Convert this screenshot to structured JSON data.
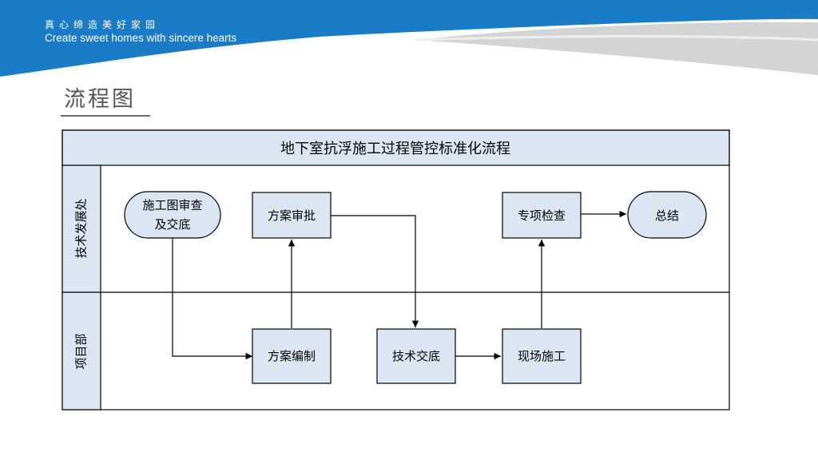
{
  "header": {
    "tagline_cn": "真心缔造美好家园",
    "tagline_en": "Create sweet homes with sincere hearts",
    "banner_color": "#1a7cc6"
  },
  "page": {
    "title": "流程图"
  },
  "flowchart": {
    "title": "地下室抗浮施工过程管控标准化流程",
    "lanes": [
      {
        "label": "技术发展处"
      },
      {
        "label": "项目部"
      }
    ],
    "nodes": {
      "start": {
        "label_line1": "施工图审查",
        "label_line2": "及交底"
      },
      "approve": {
        "label": "方案审批"
      },
      "inspect": {
        "label": "专项检查"
      },
      "summary": {
        "label": "总结"
      },
      "compile": {
        "label": "方案编制"
      },
      "disclose": {
        "label": "技术交底"
      },
      "construct": {
        "label": "现场施工"
      }
    },
    "colors": {
      "header_fill": "#dce6f2",
      "node_fill": "#dce6f2",
      "stroke": "#000000"
    }
  }
}
